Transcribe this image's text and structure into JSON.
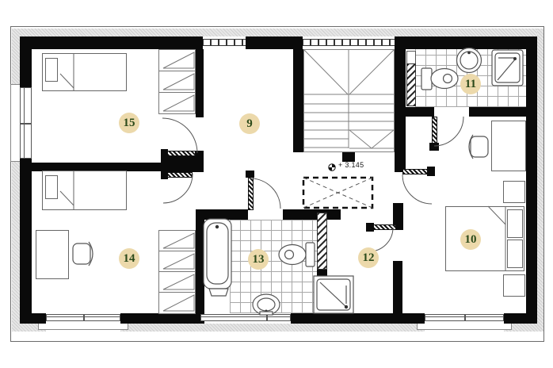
{
  "plan": {
    "type": "architectural-floor-plan",
    "storey": "upper floor",
    "level_marker": {
      "label": "+ 3.145"
    },
    "rooms": [
      {
        "number": "15",
        "kind": "bedroom",
        "fixtures": [
          "single-bed",
          "wardrobe"
        ]
      },
      {
        "number": "9",
        "kind": "hallway",
        "fixtures": [
          "staircase",
          "floor-opening"
        ]
      },
      {
        "number": "11",
        "kind": "bathroom",
        "fixtures": [
          "toilet",
          "washbasin",
          "shower"
        ]
      },
      {
        "number": "14",
        "kind": "bedroom",
        "fixtures": [
          "single-bed",
          "desk",
          "chair",
          "wardrobe"
        ]
      },
      {
        "number": "13",
        "kind": "bathroom",
        "fixtures": [
          "bathtub",
          "toilet",
          "washbasin",
          "shower"
        ]
      },
      {
        "number": "12",
        "kind": "vestibule",
        "fixtures": []
      },
      {
        "number": "10",
        "kind": "bedroom",
        "fixtures": [
          "double-bed",
          "desk",
          "chair",
          "nightstand",
          "nightstand"
        ]
      }
    ],
    "windows": [
      "left-bedroom-15",
      "top-hallway-9",
      "top-staircase",
      "bottom-bedroom-14",
      "bottom-bathroom-13",
      "bottom-bedroom-10"
    ],
    "colors": {
      "wall": "#0a0a0a",
      "insulation_band": "#dedede",
      "label_bg": "#ecd9ab",
      "label_text": "#2c4a1a",
      "tile_line": "#a8a8a8",
      "fixture_line": "#555555",
      "door_arc": "#555555"
    }
  }
}
